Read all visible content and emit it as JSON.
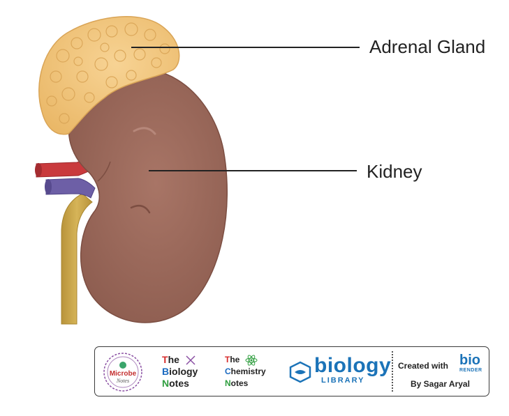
{
  "labels": {
    "adrenal": "Adrenal Gland",
    "kidney": "Kidney"
  },
  "footer": {
    "microbe_notes": {
      "line1": "Microbe",
      "line2": "Notes"
    },
    "biology_notes": {
      "first_letter": "T",
      "rest1": "he",
      "line2_first": "B",
      "line2_rest": "iology",
      "line3_first": "N",
      "line3_rest": "otes"
    },
    "chemistry_notes": {
      "first_letter": "T",
      "rest1": "he",
      "line2_first": "C",
      "line2_rest": "hemistry",
      "line3_first": "N",
      "line3_rest": "otes"
    },
    "biology_library": {
      "word": "biology",
      "sub": "LIBRARY"
    },
    "created_with": "Created with",
    "biorender": {
      "word": "bio",
      "sub": "RENDER"
    },
    "author": "By Sagar Aryal"
  },
  "colors": {
    "kidney": "#9b6758",
    "adrenal": "#f2c77d",
    "artery": "#c93a3d",
    "vein": "#6d5fa6",
    "ureter": "#c9a547",
    "brand_blue": "#1b73b8",
    "red_letter": "#d62b2b",
    "blue_letter": "#1a6ac0",
    "green_letter": "#2f9e3f"
  },
  "icons": [
    "dna-icon",
    "atom-icon",
    "book-icon",
    "microbe-icon"
  ]
}
